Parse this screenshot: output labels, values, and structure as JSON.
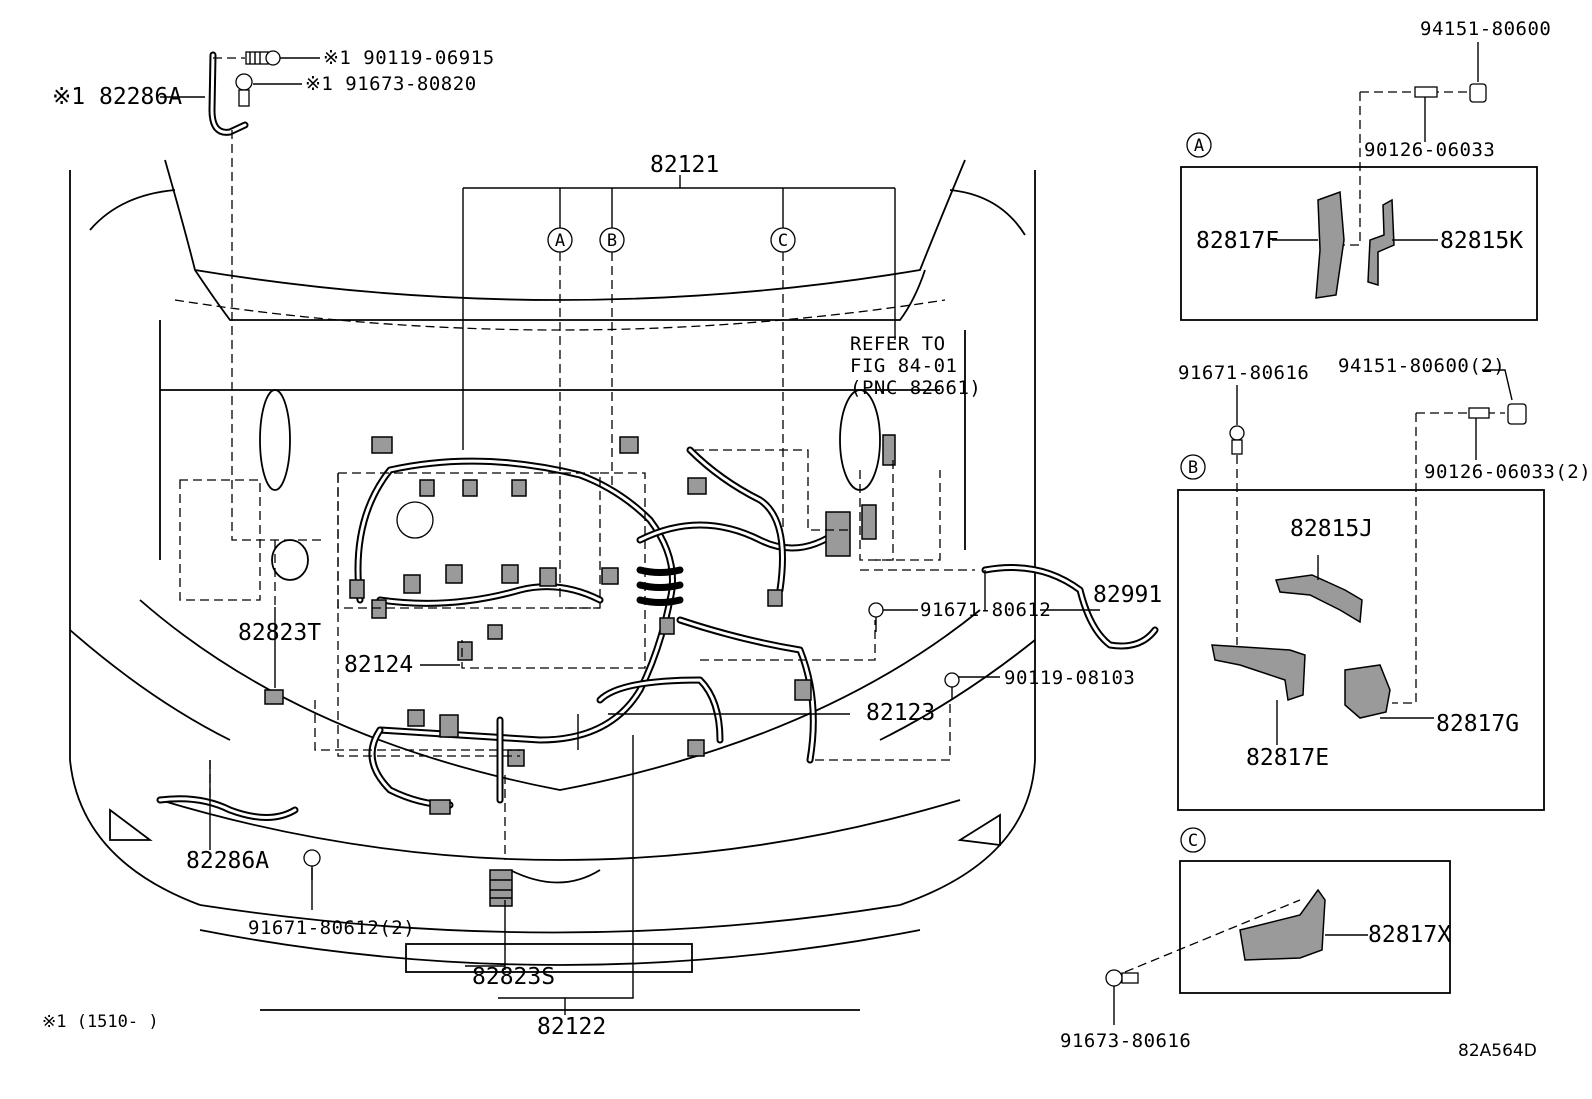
{
  "diagram_code": "82A564D",
  "footnote": "※1 (1510-      )",
  "refer_note": [
    "REFER TO",
    "FIG 84-01",
    "(PNC 82661)"
  ],
  "markers": {
    "a": "A",
    "b": "B",
    "c": "C"
  },
  "labels": {
    "p82286A_top": "※1 82286A",
    "p90119_06915": "※1 90119-06915",
    "p91673_80820": "※1 91673-80820",
    "p82121": "82121",
    "p82823T": "82823T",
    "p82124": "82124",
    "p91671_80612": "91671-80612",
    "p82991": "82991",
    "p90119_08103": "90119-08103",
    "p82123": "82123",
    "p82286A": "82286A",
    "p91671_80612_2": "91671-80612(2)",
    "p82823S": "82823S",
    "p82122": "82122",
    "p94151_80600": "94151-80600",
    "p90126_06033": "90126-06033",
    "p82817F": "82817F",
    "p82815K": "82815K",
    "p91671_80616": "91671-80616",
    "p94151_80600_2": "94151-80600(2)",
    "p90126_06033_2": "90126-06033(2)",
    "p82815J": "82815J",
    "p82817E": "82817E",
    "p82817G": "82817G",
    "p82817X": "82817X",
    "p91673_80616": "91673-80616"
  }
}
